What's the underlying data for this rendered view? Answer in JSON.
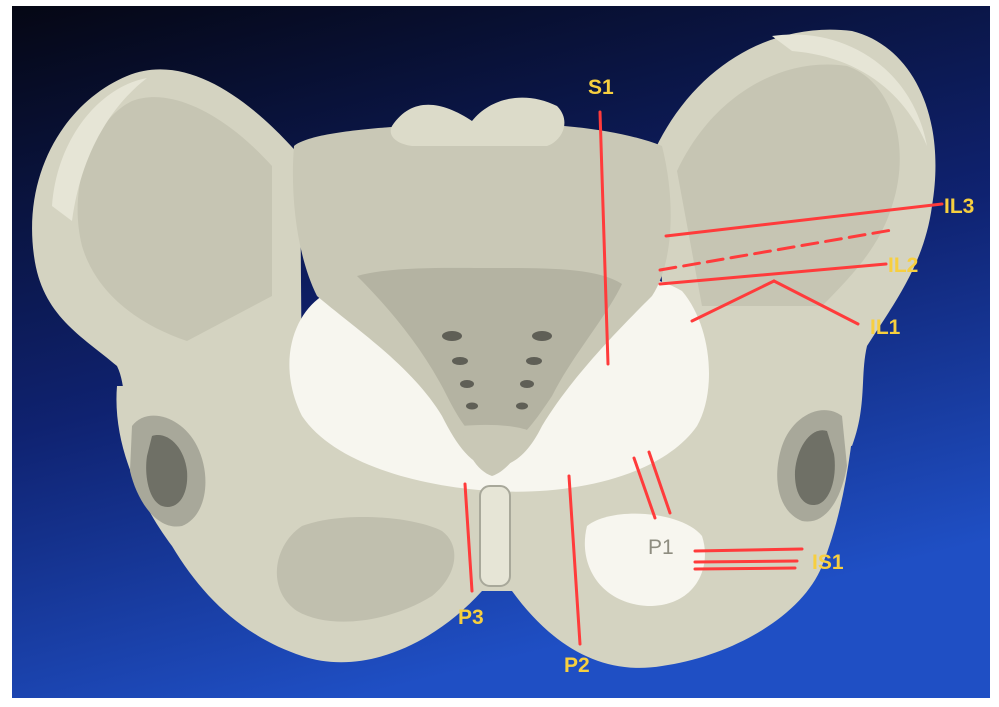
{
  "colors": {
    "background_top": "#050714",
    "background_bottom": "#1f4fc4",
    "bone": "#d4d3c1",
    "bone_light": "#e6e5d6",
    "bone_shadow": "#a8a89a",
    "foramen": "#f7f6ef",
    "fixation_line": "#ff3b3b",
    "label_yellow": "#f7cf3f"
  },
  "labels": {
    "S1": "S1",
    "IL3": "IL3",
    "IL2": "IL2",
    "IL1": "IL1",
    "P1": "P1",
    "IS1": "IS1",
    "P2": "P2",
    "P3": "P3"
  }
}
